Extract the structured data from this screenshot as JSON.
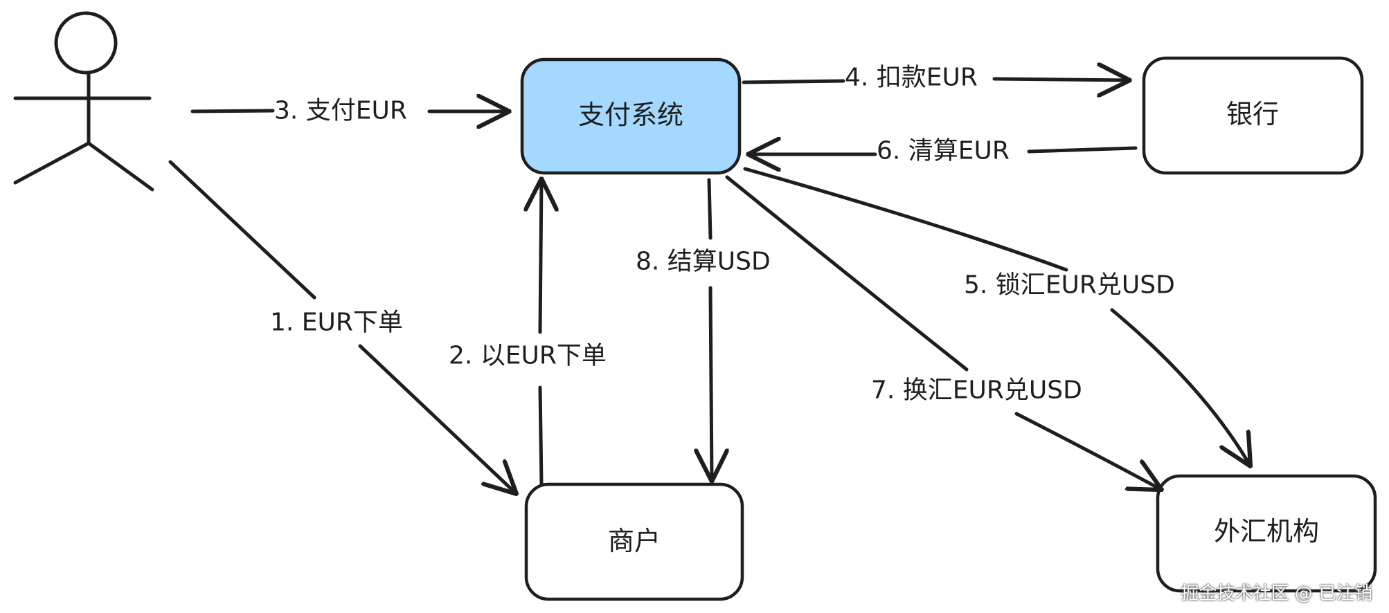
{
  "nodes": {
    "payment_system": {
      "label": "支付系统",
      "fill": "#a5d8ff"
    },
    "bank": {
      "label": "银行"
    },
    "merchant": {
      "label": "商户"
    },
    "fx_institution": {
      "label": "外汇机构"
    }
  },
  "edges": {
    "e1": {
      "label": "1. EUR下单"
    },
    "e2": {
      "label": "2. 以EUR下单"
    },
    "e3": {
      "label": "3. 支付EUR"
    },
    "e4": {
      "label": "4. 扣款EUR"
    },
    "e5": {
      "label": "5. 锁汇EUR兑USD"
    },
    "e6": {
      "label": "6. 清算EUR"
    },
    "e7": {
      "label": "7. 换汇EUR兑USD"
    },
    "e8": {
      "label": "8. 结算USD"
    }
  },
  "watermark": "掘金技术社区 @ 已注销"
}
